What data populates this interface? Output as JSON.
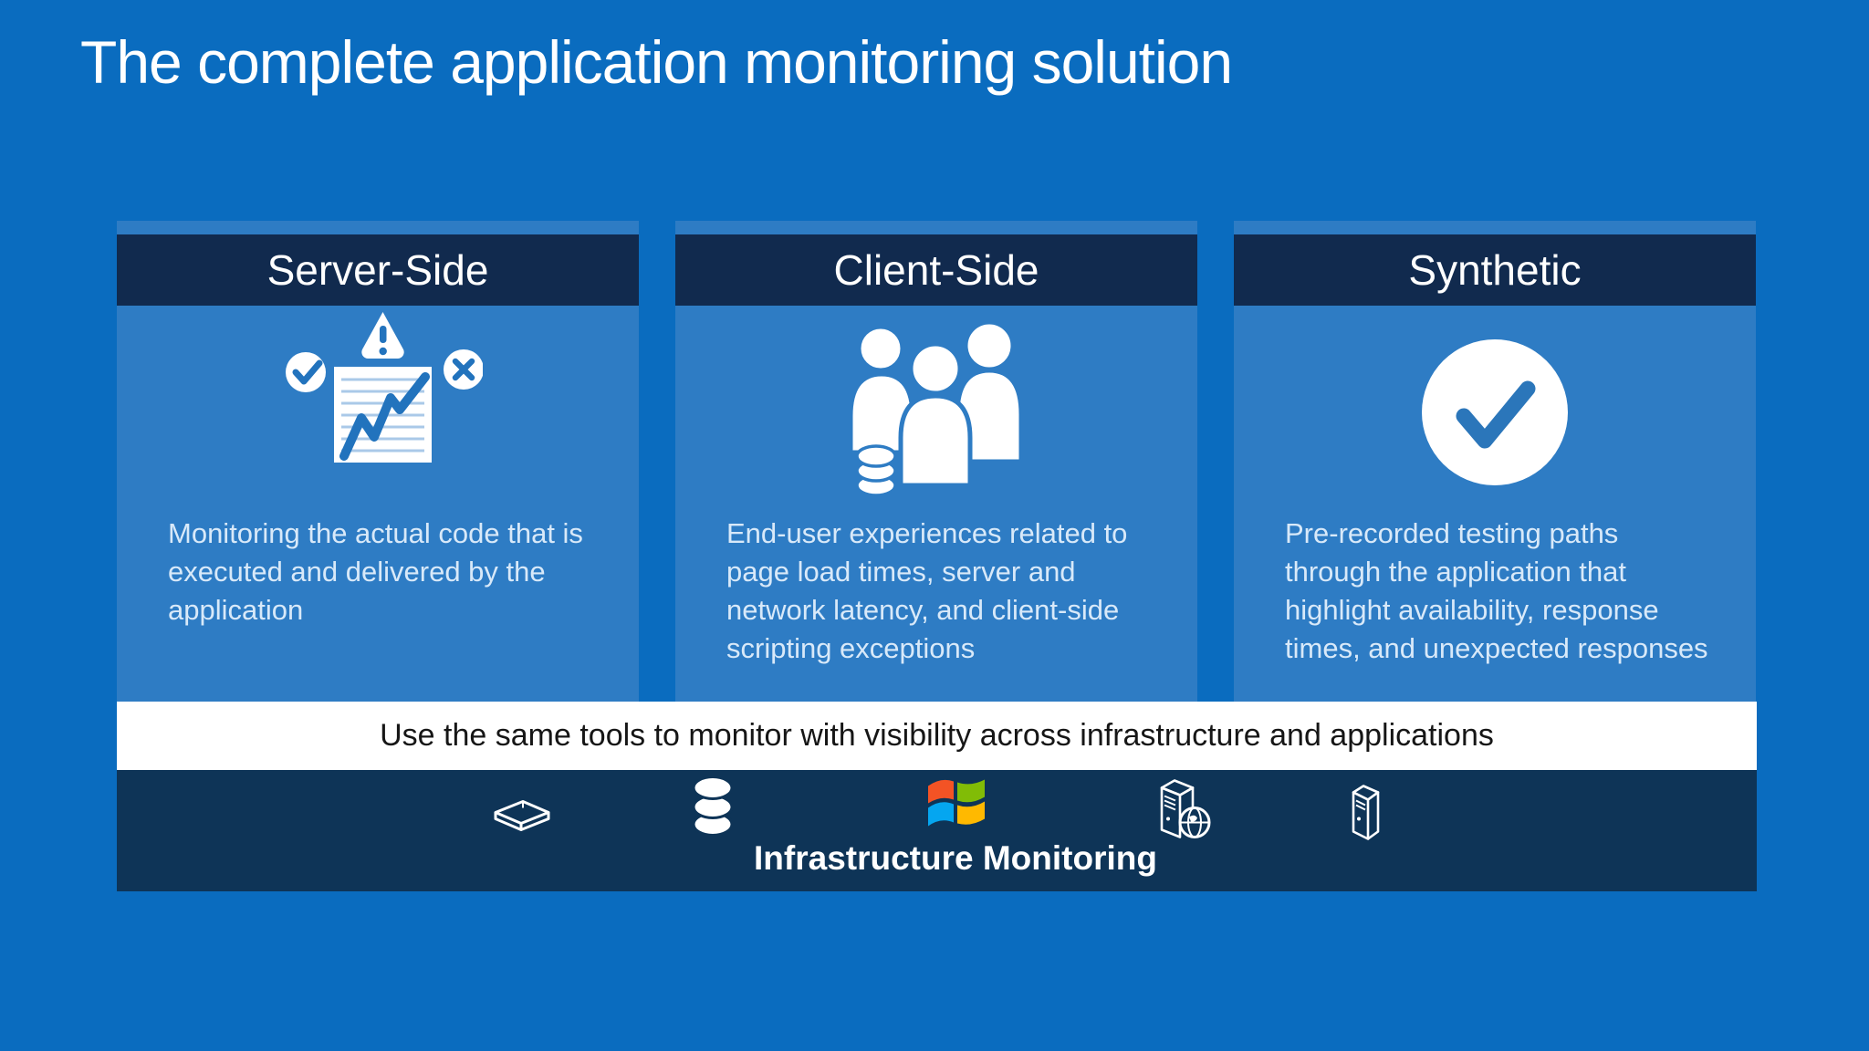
{
  "title": "The complete application monitoring solution",
  "cards": [
    {
      "header": "Server-Side",
      "icon": "code-monitoring-report-icon",
      "body": "Monitoring the actual code that is executed and delivered by the application"
    },
    {
      "header": "Client-Side",
      "icon": "end-users-group-icon",
      "body": "End-user experiences related to page load times, server and network latency, and client-side scripting exceptions"
    },
    {
      "header": "Synthetic",
      "icon": "check-circle-icon",
      "body": "Pre-recorded testing paths through the application that highlight availability, response times, and unexpected responses"
    }
  ],
  "banner": {
    "text": "Use the same tools to monitor with visibility across infrastructure and applications"
  },
  "footer": {
    "label": "Infrastructure Monitoring",
    "icons": [
      "disk-array-icon",
      "database-icon",
      "windows-logo-icon",
      "server-globe-icon",
      "server-tower-icon"
    ]
  },
  "colors": {
    "page_background": "#0a6cbf",
    "card_body": "#2e7cc4",
    "card_header": "#112a4e",
    "footer_bar": "#0e3457",
    "banner_background": "#ffffff",
    "banner_text": "#161616",
    "card_text": "#d8e9f9",
    "icon_blue": "#2273bd",
    "windows_red": "#f35325",
    "windows_green": "#81bc06",
    "windows_blue": "#05a6f0",
    "windows_yellow": "#ffb900"
  }
}
